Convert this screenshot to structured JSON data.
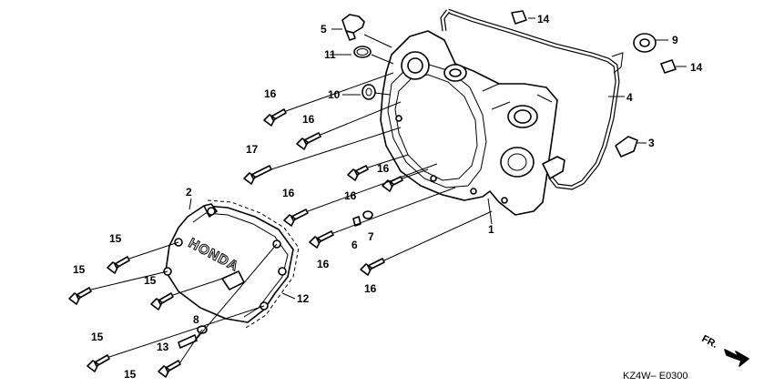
{
  "callouts": {
    "c1": "1",
    "c2": "2",
    "c3": "3",
    "c4": "4",
    "c5": "5",
    "c6": "6",
    "c7": "7",
    "c8": "8",
    "c9": "9",
    "c10": "10",
    "c11": "11",
    "c12": "12",
    "c13": "13",
    "c14a": "14",
    "c14b": "14",
    "c15a": "15",
    "c15b": "15",
    "c15c": "15",
    "c15d": "15",
    "c15e": "15",
    "c16a": "16",
    "c16b": "16",
    "c16c": "16",
    "c16d": "16",
    "c16e": "16",
    "c16f": "16",
    "c16g": "16",
    "c17": "17"
  },
  "cover_emboss": "HONDA",
  "direction_label": "FR.",
  "diagram_code": "KZ4W– E0300"
}
